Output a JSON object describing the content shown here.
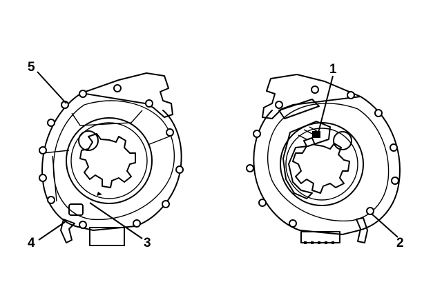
{
  "diagram": {
    "callouts": [
      {
        "id": "1",
        "label": "1"
      },
      {
        "id": "2",
        "label": "2"
      },
      {
        "id": "3",
        "label": "3"
      },
      {
        "id": "4",
        "label": "4"
      },
      {
        "id": "5",
        "label": "5"
      }
    ],
    "stroke_color": "#000000",
    "background_color": "#ffffff"
  }
}
